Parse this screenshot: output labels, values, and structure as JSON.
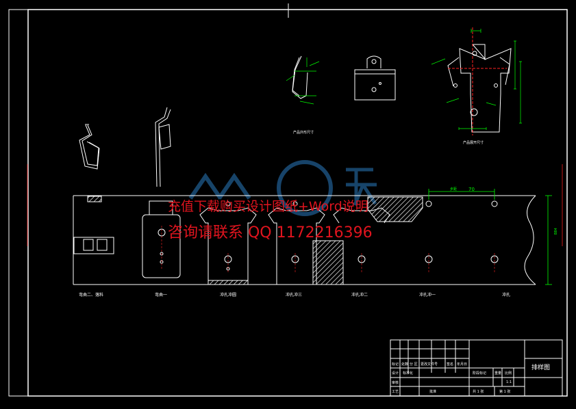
{
  "drawing": {
    "title": "排样图",
    "step_labels": [
      "弯曲二、落料",
      "弯曲一",
      "冲孔冲圆",
      "冲孔冲三",
      "冲孔冲二",
      "冲孔冲一",
      "冲孔"
    ],
    "views": {
      "product_side_label": "产品外形尺寸",
      "product_flat_label": "产品展开尺寸"
    },
    "dims": {
      "pitch_label": "步距",
      "pitch_value": "70",
      "strip_width": "B84"
    }
  },
  "watermark": {
    "line1": "充值下载购买设计图纸+Word说明",
    "line2": "咨询请联系 QQ 1172216396"
  },
  "title_block": {
    "title": "排样图",
    "scale": "1:1",
    "sheet_total": "共 1 张",
    "sheet_no": "第 1 张",
    "col_headers": [
      "标记",
      "处数",
      "分 区",
      "更改文件号",
      "签名",
      "年月日"
    ],
    "designer": "设计",
    "process": "工艺",
    "review": "审核",
    "stage_mark": "阶段标记",
    "weight": "重量",
    "ratio": "比例",
    "standard": "标准化",
    "approve": "批准"
  },
  "colors": {
    "background": "#000000",
    "line": "#ffffff",
    "dimension": "#00ff00",
    "center": "#ff0000",
    "hatch": "#e6e6e6",
    "watermark": "#e0141e",
    "logo": "#2a7bbf"
  }
}
